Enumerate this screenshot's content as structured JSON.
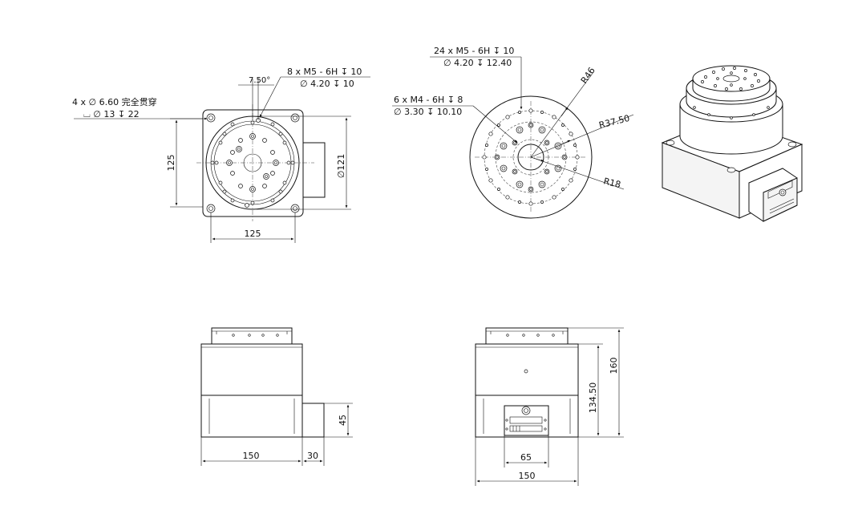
{
  "top_view": {
    "callout_mount_line1": "4 x ∅ 6.60 完全贯穿",
    "callout_mount_line2": "⌴ ∅ 13 ↧ 22",
    "callout_thread_line1": "8 x M5 - 6H ↧ 10",
    "callout_thread_line2": "∅ 4.20 ↧ 10",
    "angle_label": "7.50°",
    "dim_height": "125",
    "dim_width": "125",
    "dim_diameter": "∅121"
  },
  "table_view": {
    "callout_a_line1": "24 x M5 - 6H ↧ 10",
    "callout_a_line2": "∅ 4.20 ↧ 12.40",
    "callout_b_line1": "6 x M4 - 6H ↧ 8",
    "callout_b_line2": "∅ 3.30 ↧ 10.10",
    "radius_outer": "R46",
    "radius_mid": "R37.50",
    "radius_inner": "R18"
  },
  "front_view": {
    "dim_body": "150",
    "dim_connector": "30",
    "dim_connector_height": "45"
  },
  "side_view": {
    "dim_total_height": "160",
    "dim_body_height": "134.50",
    "dim_connector_width": "65",
    "dim_width": "150"
  }
}
